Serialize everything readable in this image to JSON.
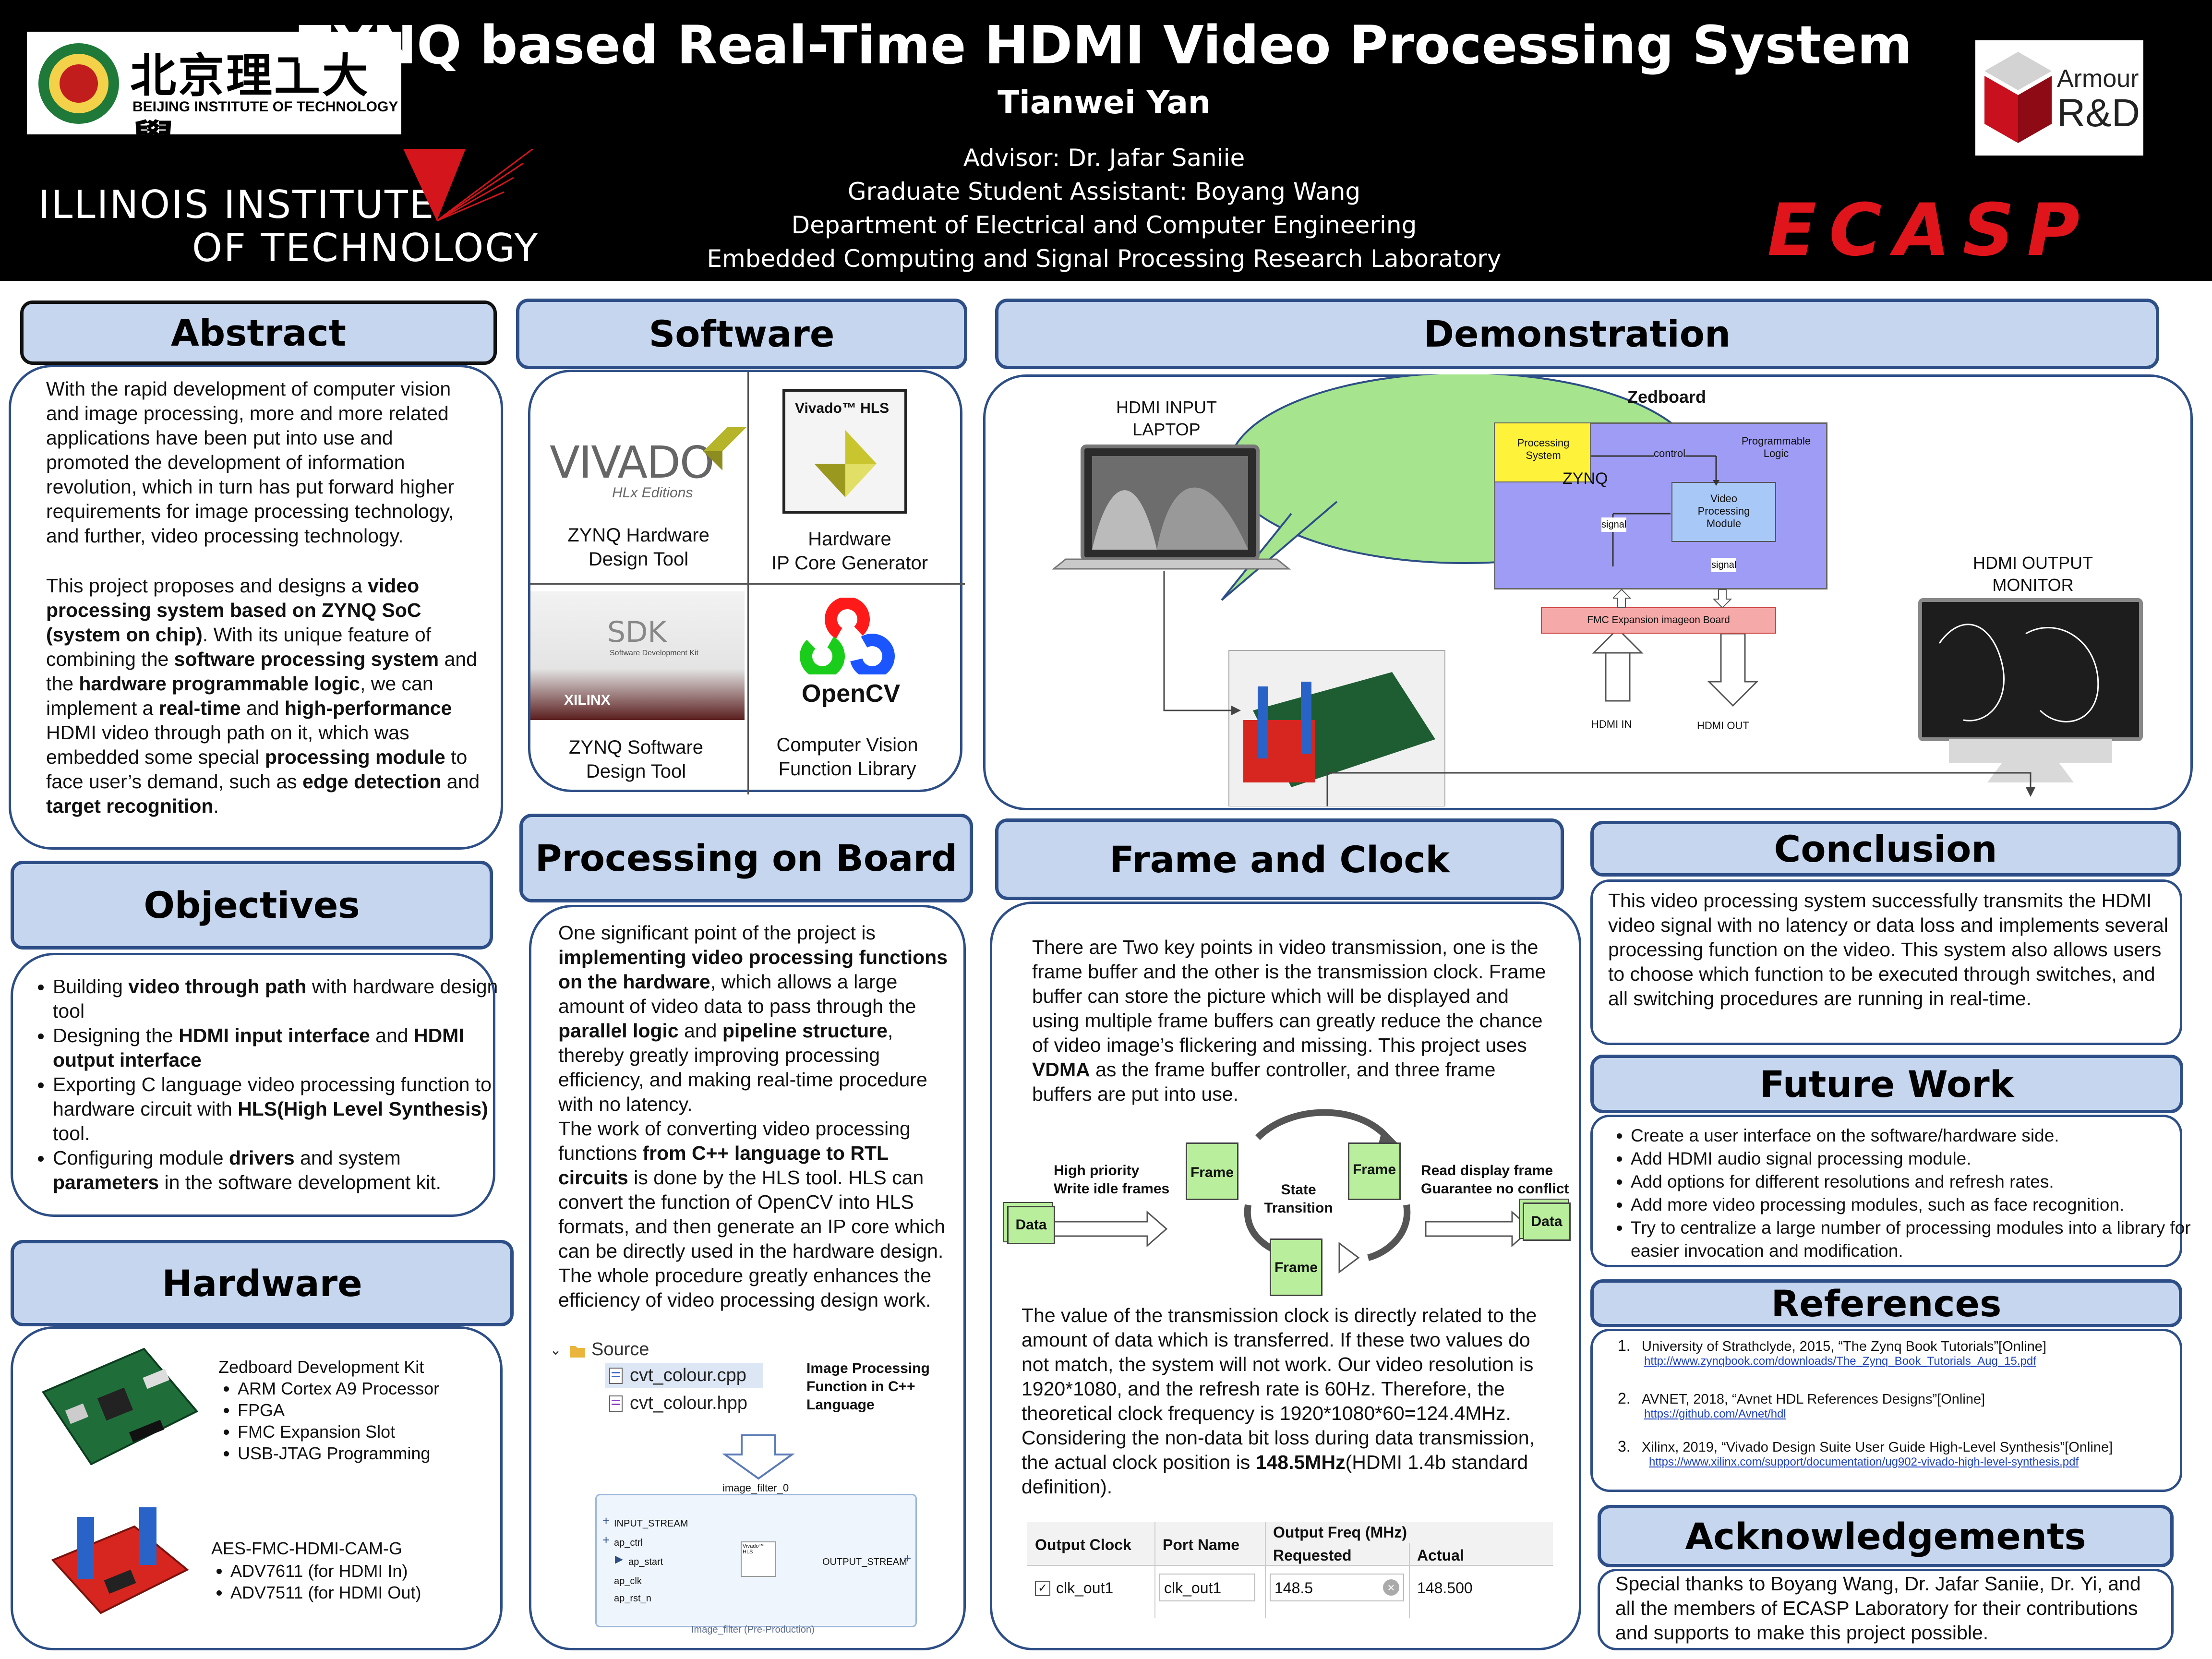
{
  "header": {
    "title": "ZYNQ based Real-Time HDMI Video Processing System",
    "author": "Tianwei Yan",
    "lines": [
      "Advisor: Dr. Jafar Saniie",
      "Graduate Student Assistant: Boyang Wang",
      "Department of Electrical and Computer Engineering",
      "Embedded Computing and Signal Processing Research Laboratory"
    ],
    "bit_logo_cn": "北京理工大學",
    "bit_logo_en": "BEIJING INSTITUTE OF TECHNOLOGY",
    "iit_logo_line1": "ILLINOIS INSTITUTE",
    "iit_logo_line2": "OF TECHNOLOGY",
    "armour_logo_1": "Armour",
    "armour_logo_2": "R&D",
    "ecasp_logo": "ECASP"
  },
  "abstract": {
    "heading": "Abstract",
    "p1": "With the rapid development of computer vision and image processing, more and more related applications have been put into use and promoted the development of information revolution, which in turn has put forward higher requirements for image processing technology, and further, video processing technology.",
    "p2": [
      {
        "t": "This project proposes and designs a ",
        "b": false
      },
      {
        "t": "video processing system based on ZYNQ SoC (system on chip)",
        "b": true
      },
      {
        "t": ". With its unique feature of combining the ",
        "b": false
      },
      {
        "t": "software processing system",
        "b": true
      },
      {
        "t": " and the ",
        "b": false
      },
      {
        "t": "hardware programmable logic",
        "b": true
      },
      {
        "t": ", we can implement a ",
        "b": false
      },
      {
        "t": "real-time",
        "b": true
      },
      {
        "t": " and ",
        "b": false
      },
      {
        "t": "high-performance",
        "b": true
      },
      {
        "t": " HDMI video through path on it, which was embedded some special ",
        "b": false
      },
      {
        "t": "processing module",
        "b": true
      },
      {
        "t": " to face user’s demand, such as ",
        "b": false
      },
      {
        "t": "edge detection",
        "b": true
      },
      {
        "t": " and ",
        "b": false
      },
      {
        "t": "target recognition",
        "b": true
      },
      {
        "t": ".",
        "b": false
      }
    ]
  },
  "objectives": {
    "heading": "Objectives",
    "items": [
      [
        {
          "t": "Building ",
          "b": false
        },
        {
          "t": "video through path",
          "b": true
        },
        {
          "t": " with hardware design tool",
          "b": false
        }
      ],
      [
        {
          "t": "Designing the ",
          "b": false
        },
        {
          "t": "HDMI input interface",
          "b": true
        },
        {
          "t": " and ",
          "b": false
        },
        {
          "t": "HDMI output interface",
          "b": true
        }
      ],
      [
        {
          "t": "Exporting C language video processing function to hardware circuit with ",
          "b": false
        },
        {
          "t": "HLS(High Level Synthesis)",
          "b": true
        },
        {
          "t": " tool.",
          "b": false
        }
      ],
      [
        {
          "t": "Configuring module ",
          "b": false
        },
        {
          "t": "drivers",
          "b": true
        },
        {
          "t": " and system ",
          "b": false
        },
        {
          "t": "parameters",
          "b": true
        },
        {
          "t": " in the software development kit.",
          "b": false
        }
      ]
    ]
  },
  "hardware": {
    "heading": "Hardware",
    "board1_title": "Zedboard Development  Kit",
    "board1_items": [
      "ARM Cortex A9 Processor",
      "FPGA",
      "FMC Expansion Slot",
      "USB-JTAG Programming"
    ],
    "board2_title": "AES-FMC-HDMI-CAM-G",
    "board2_items": [
      "ADV7611 (for HDMI In)",
      "ADV7511 (for HDMI Out)"
    ]
  },
  "software": {
    "heading": "Software",
    "cells": [
      {
        "logo": "VIVADO",
        "sub": "HLx Editions",
        "caption1": "ZYNQ Hardware",
        "caption2": "Design Tool"
      },
      {
        "logo": "Vivado™ HLS",
        "caption1": "Hardware",
        "caption2": "IP Core Generator"
      },
      {
        "logo": "SDK",
        "sub": "Software Development Kit",
        "brand": "XILINX",
        "caption1": "ZYNQ Software",
        "caption2": "Design Tool"
      },
      {
        "logo": "OpenCV",
        "caption1": "Computer Vision",
        "caption2": "Function Library"
      }
    ]
  },
  "processing": {
    "heading": "Processing on Board",
    "text": [
      {
        "t": "One significant point of the project is ",
        "b": false
      },
      {
        "t": "implementing video processing functions on the hardware",
        "b": true
      },
      {
        "t": ", which allows a large amount of video data to pass through the ",
        "b": false
      },
      {
        "t": "parallel logic",
        "b": true
      },
      {
        "t": " and ",
        "b": false
      },
      {
        "t": "pipeline structure",
        "b": true
      },
      {
        "t": ", thereby greatly improving processing efficiency, and making real-time procedure with no latency.",
        "b": false
      },
      {
        "t": "\nThe work of converting video processing functions ",
        "b": false
      },
      {
        "t": "from C++ language to RTL circuits",
        "b": true
      },
      {
        "t": " is done by the HLS tool. HLS can convert the function of OpenCV into HLS formats, and then generate an IP core which can be directly used in the hardware design. The whole procedure greatly enhances the efficiency of video processing design work.",
        "b": false
      }
    ],
    "source_label": "Source",
    "files": [
      "cvt_colour.cpp",
      "cvt_colour.hpp"
    ],
    "file_caption": "Image Processing Function in C++ Language",
    "ip_name": "image_filter_0",
    "ports_left": [
      "INPUT_STREAM",
      "ap_ctrl",
      "ap_start",
      "ap_clk",
      "ap_rst_n"
    ],
    "port_right": "OUTPUT_STREAM",
    "ip_footer": "Image_filter (Pre-Production)",
    "ip_core_label": "Vivado™ HLS"
  },
  "demonstration": {
    "heading": "Demonstration",
    "hdmi_input": "HDMI INPUT\nLAPTOP",
    "hdmi_output": "HDMI OUTPUT\nMONITOR",
    "zedboard": "Zedboard",
    "processing_system": "Processing\nSystem",
    "programmable_logic": "Programmable\nLogic",
    "zynq": "ZYNQ",
    "control": "control",
    "video_module": "Video\nProcessing\nModule",
    "signal1": "signal",
    "signal2": "signal",
    "fmc_board": "FMC Expansion imageon Board",
    "hdmi_in": "HDMI IN",
    "hdmi_out": "HDMI OUT"
  },
  "frame_clock": {
    "heading": "Frame and Clock",
    "p1": [
      {
        "t": "There are Two key points in video transmission, one is the frame buffer and the other is the transmission clock. Frame buffer can store the picture which will be displayed and using multiple frame buffers can greatly reduce the chance of video image’s flickering and missing. This project uses ",
        "b": false
      },
      {
        "t": "VDMA",
        "b": true
      },
      {
        "t": " as the frame buffer controller, and three frame buffers are put into use.",
        "b": false
      }
    ],
    "diagram": {
      "left_label": "High priority\nWrite idle frames",
      "right_label": "Read display frame\nGuarantee no conflict",
      "center": "State\nTransition",
      "frame": "Frame",
      "data": "Data"
    },
    "p2": [
      {
        "t": "The value of the transmission clock is directly related to the amount of data which is transferred. If these two values do not match, the system will not work. Our video resolution is 1920*1080, and the refresh rate is 60Hz. Therefore, the theoretical clock frequency is 1920*1080*60=124.4MHz. Considering the non-data bit loss during data transmission, the actual clock position is ",
        "b": false
      },
      {
        "t": "148.5MHz",
        "b": true
      },
      {
        "t": "(HDMI 1.4b standard definition).",
        "b": false
      }
    ],
    "table": {
      "h_output_clock": "Output Clock",
      "h_port_name": "Port Name",
      "h_output_freq": "Output Freq (MHz)",
      "h_requested": "Requested",
      "h_actual": "Actual",
      "clock": "clk_out1",
      "port": "clk_out1",
      "requested": "148.5",
      "actual": "148.500"
    }
  },
  "conclusion": {
    "heading": "Conclusion",
    "text": "This video processing system successfully transmits the HDMI video signal with no latency or data loss and implements several processing function on the video. This system also allows users to choose which function to be executed through switches, and all switching procedures are running in real-time."
  },
  "future_work": {
    "heading": "Future Work",
    "items": [
      "Create a user interface on the software/hardware side.",
      "Add HDMI audio signal processing module.",
      "Add options for different resolutions and refresh rates.",
      "Add more video processing modules, such as face recognition.",
      "Try to centralize a large number of processing modules into a library for easier invocation and modification."
    ]
  },
  "references": {
    "heading": "References",
    "items": [
      {
        "num": "1.",
        "text": "University of Strathclyde, 2015, “The Zynq Book Tutorials”[Online]",
        "link": "http://www.zynqbook.com/downloads/The_Zynq_Book_Tutorials_Aug_15.pdf"
      },
      {
        "num": "2.",
        "text": "AVNET, 2018, “Avnet HDL References Designs”[Online]",
        "link": "https://github.com/Avnet/hdl"
      },
      {
        "num": "3.",
        "text": "Xilinx, 2019, “Vivado Design Suite User Guide High-Level Synthesis”[Online]",
        "link": "https://www.xilinx.com/support/documentation/ug902-vivado-high-level-synthesis.pdf"
      }
    ]
  },
  "acknowledgements": {
    "heading": "Acknowledgements",
    "text": "Special thanks to Boyang Wang, Dr. Jafar Saniie, Dr. Yi, and all the members of ECASP Laboratory for their contributions and supports to make this project possible."
  },
  "colors": {
    "header_bg": "#000000",
    "section_fill": "#c5d6ee",
    "section_border": "#2d4e86",
    "ecasp_red": "#e0141b",
    "zedboard_green": "#9ee28a",
    "zynq_purple": "#9f9cf5",
    "ps_yellow": "#fff23a",
    "fmc_pink": "#f6a9a9"
  }
}
